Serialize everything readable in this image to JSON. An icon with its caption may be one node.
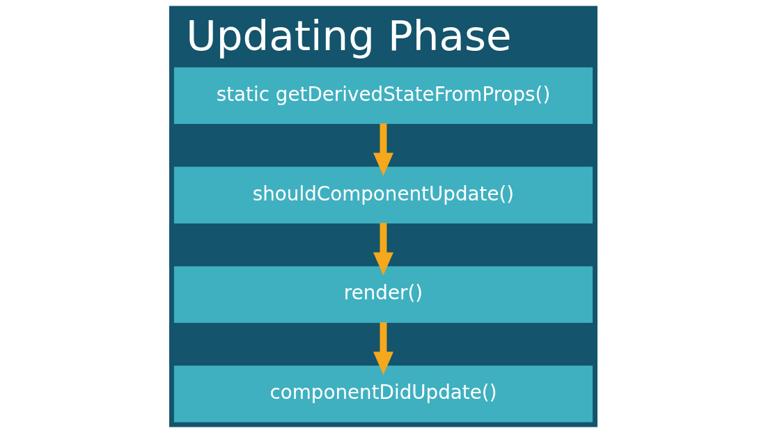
{
  "diagram": {
    "title": "Updating Phase",
    "nodes": [
      {
        "text": [
          "static getDerivedStateFromProps()"
        ]
      },
      {
        "text": [
          "shouldComponentUpdate()"
        ]
      },
      {
        "text": [
          "render()"
        ]
      },
      {
        "text": [
          "componentDidUpdate()"
        ]
      }
    ],
    "edges": [
      {
        "from": 0,
        "to": 1,
        "arrow": "to"
      },
      {
        "from": 1,
        "to": 2,
        "arrow": "to"
      },
      {
        "from": 2,
        "to": 3,
        "arrow": "to"
      }
    ]
  }
}
